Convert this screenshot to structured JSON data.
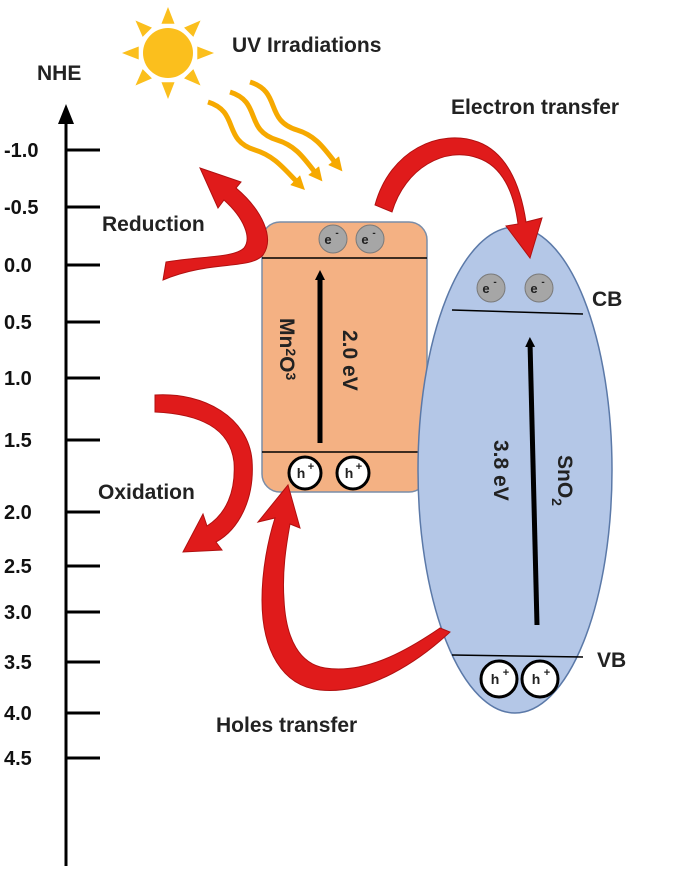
{
  "axis": {
    "label": "NHE",
    "ticks": [
      "-1.0",
      "-0.5",
      "0.0",
      "0.5",
      "1.0",
      "1.5",
      "2.0",
      "2.5",
      "3.0",
      "3.5",
      "4.0",
      "4.5"
    ]
  },
  "labels": {
    "uv": "UV Irradiations",
    "electron_transfer": "Electron transfer",
    "reduction": "Reduction",
    "oxidation": "Oxidation",
    "holes_transfer": "Holes transfer",
    "cb": "CB",
    "vb": "VB"
  },
  "mn2o3": {
    "formula_main": "Mn",
    "formula_sub1": "2",
    "formula_mid": "O",
    "formula_sub2": "3",
    "gap": "2.0 eV",
    "electron": "e",
    "hole": "h",
    "charge_minus": "-",
    "charge_plus": "+"
  },
  "sno2": {
    "formula_main": "SnO",
    "formula_sub": "2",
    "gap": "3.8 eV",
    "electron": "e",
    "hole": "h",
    "charge_minus": "-",
    "charge_plus": "+"
  },
  "colors": {
    "mn2o3_fill": "#f4b183",
    "sno2_fill": "#b4c7e7",
    "arrow_red": "#e01b1b",
    "sun": "#fbbf1d",
    "rays": "#f6a900",
    "particle": "#a6a6a6"
  }
}
